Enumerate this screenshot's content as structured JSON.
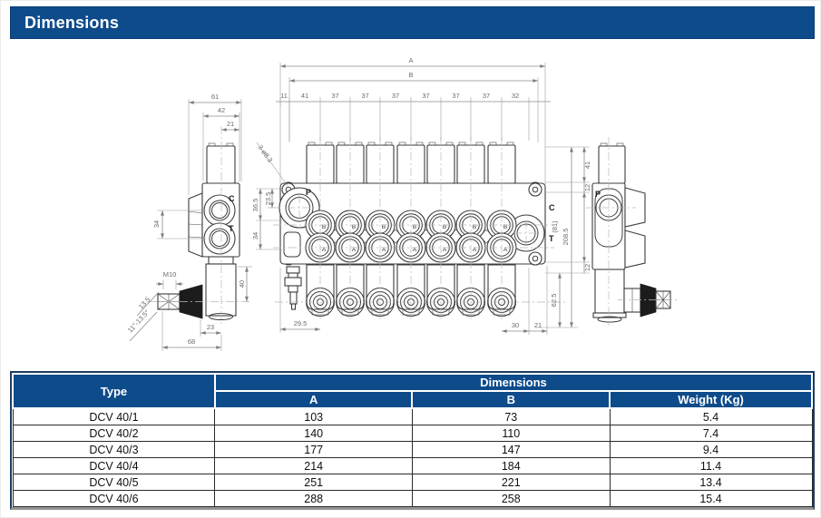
{
  "accent_color": "#0e4b8a",
  "header": {
    "title": "Dimensions"
  },
  "drawing": {
    "top": {
      "overall_width_label": "A",
      "body_width_label": "B",
      "segments": [
        "11",
        "41",
        "37",
        "37",
        "37",
        "37",
        "37",
        "37",
        "32"
      ]
    },
    "front_view": {
      "port_p": "P",
      "port_b": "B",
      "port_a": "A",
      "port_c": "C",
      "port_t": "T",
      "hole_note": "3-ø8.3",
      "dim_23_5": "23.5",
      "dim_36_5": "36.5",
      "dim_34": "34",
      "dim_29_5": "29.5",
      "dim_30": "30",
      "dim_21": "21",
      "dim_41": "41",
      "dim_12_top": "12",
      "dim_81": "(81)",
      "dim_12_bottom": "12",
      "dim_62_5": "62.5",
      "dim_208_5": "208.5"
    },
    "left_view": {
      "dim_61": "61",
      "dim_42": "42",
      "dim_21": "21",
      "dim_34": "34",
      "port_c": "C",
      "port_t": "T",
      "thread_note": "M10",
      "dim_40": "40",
      "dim_23": "23",
      "dim_68": "68",
      "dim_13_5": "13.5",
      "angle_range": "11°-13.5°"
    },
    "right_view": {
      "port_p": "P"
    }
  },
  "table": {
    "col_type": "Type",
    "col_group": "Dimensions",
    "col_a": "A",
    "col_b": "B",
    "col_weight": "Weight (Kg)",
    "rows": [
      {
        "type": "DCV 40/1",
        "a": "103",
        "b": "73",
        "weight": "5.4"
      },
      {
        "type": "DCV 40/2",
        "a": "140",
        "b": "110",
        "weight": "7.4"
      },
      {
        "type": "DCV 40/3",
        "a": "177",
        "b": "147",
        "weight": "9.4"
      },
      {
        "type": "DCV 40/4",
        "a": "214",
        "b": "184",
        "weight": "11.4"
      },
      {
        "type": "DCV 40/5",
        "a": "251",
        "b": "221",
        "weight": "13.4"
      },
      {
        "type": "DCV 40/6",
        "a": "288",
        "b": "258",
        "weight": "15.4"
      }
    ]
  }
}
